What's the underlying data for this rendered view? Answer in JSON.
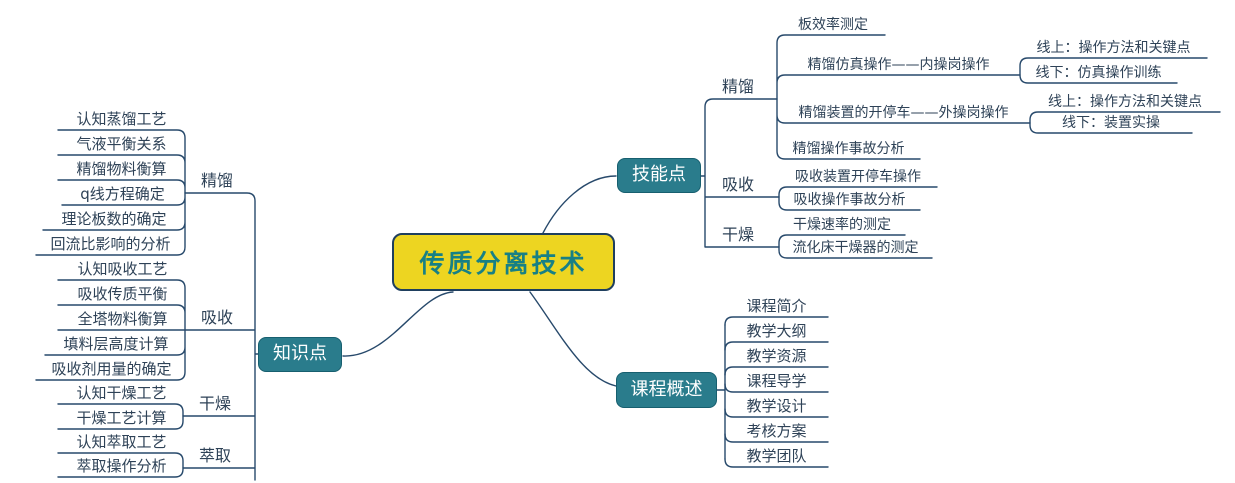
{
  "root": {
    "label": "传质分离技术"
  },
  "colors": {
    "central_fill": "#EDD521",
    "central_border": "#1F3F5E",
    "central_text": "#178085",
    "branch_node_fill": "#2A7C8C",
    "branch_node_border": "#175F6F",
    "branch_node_text": "#FFFFFF",
    "line": "#27496B",
    "topic_text": "#2E4257"
  },
  "branches": {
    "knowledge": {
      "label": "知识点",
      "groups": [
        {
          "label": "精馏",
          "items": [
            "认知蒸馏工艺",
            "气液平衡关系",
            "精馏物料衡算",
            "q线方程确定",
            "理论板数的确定",
            "回流比影响的分析"
          ]
        },
        {
          "label": "吸收",
          "items": [
            "认知吸收工艺",
            "吸收传质平衡",
            "全塔物料衡算",
            "填料层高度计算",
            "吸收剂用量的确定"
          ]
        },
        {
          "label": "干燥",
          "items": [
            "认知干燥工艺",
            "干燥工艺计算"
          ]
        },
        {
          "label": "萃取",
          "items": [
            "认知萃取工艺",
            "萃取操作分析"
          ]
        }
      ]
    },
    "skills": {
      "label": "技能点",
      "groups": [
        {
          "label": "精馏",
          "items": [
            {
              "text": "板效率测定"
            },
            {
              "text": "精馏仿真操作——内操岗操作",
              "children": [
                "线上：操作方法和关键点",
                "线下：仿真操作训练"
              ]
            },
            {
              "text": "精馏装置的开停车——外操岗操作",
              "children": [
                "线上：操作方法和关键点",
                "线下：装置实操"
              ]
            },
            {
              "text": "精馏操作事故分析"
            }
          ]
        },
        {
          "label": "吸收",
          "items": [
            {
              "text": "吸收装置开停车操作"
            },
            {
              "text": "吸收操作事故分析"
            }
          ]
        },
        {
          "label": "干燥",
          "items": [
            {
              "text": "干燥速率的测定"
            },
            {
              "text": "流化床干燥器的测定"
            }
          ]
        }
      ]
    },
    "overview": {
      "label": "课程概述",
      "items": [
        "课程简介",
        "教学大纲",
        "教学资源",
        "课程导学",
        "教学设计",
        "考核方案",
        "教学团队"
      ]
    }
  }
}
